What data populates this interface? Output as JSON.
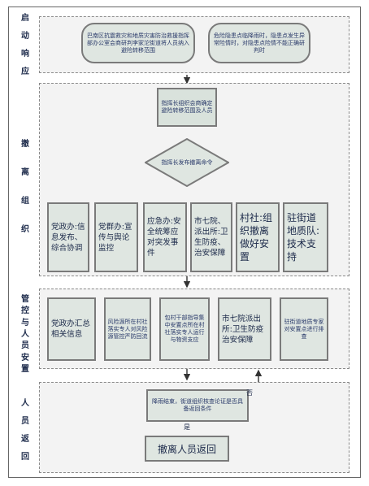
{
  "sections": {
    "start": [
      "启",
      "动",
      "响",
      "应"
    ],
    "evacuate": [
      "撤",
      "离",
      "组",
      "织"
    ],
    "control": [
      "管",
      "控",
      "与",
      "人",
      "员",
      "安",
      "置"
    ],
    "return": [
      "人",
      "员",
      "返",
      "回"
    ]
  },
  "start_left": "巴南区抗震救灾和地质灾害防治救援指挥部办公室会商研判李家沱街道将人员纳入避险转移范围",
  "start_right": "危险隐患点临降雨时，隐患点发生异常险情时，对隐患点险情不能正确研判时",
  "command_box": "指挥长组织会商确定避险转移范围及人员",
  "diamond": "指挥长发布撤离命令",
  "evac_teams": [
    "党政办:信息发布、综合协调",
    "党群办:宣传与舆论监控",
    "应急办:安全统筹应对突发事件",
    "市七院、派出所:卫生防疫、治安保障",
    "村社:组织撤离做好安置",
    "驻街道地质队:技术支持"
  ],
  "control_items": [
    "党政办汇总相关信息",
    "风险源所在村社落实专人对风险源管控严防回流",
    "包村干部指导集中安置点所在村社落实专人运行与物资支应",
    "市七院派出所:卫生防疫治安保障",
    "驻街道地质专家对安置点进行排查"
  ],
  "return_check": "降雨结束，街道组织核查论证是否具备返回条件",
  "yes_label": "是",
  "no_label": "否",
  "final": "撤离人员返回"
}
